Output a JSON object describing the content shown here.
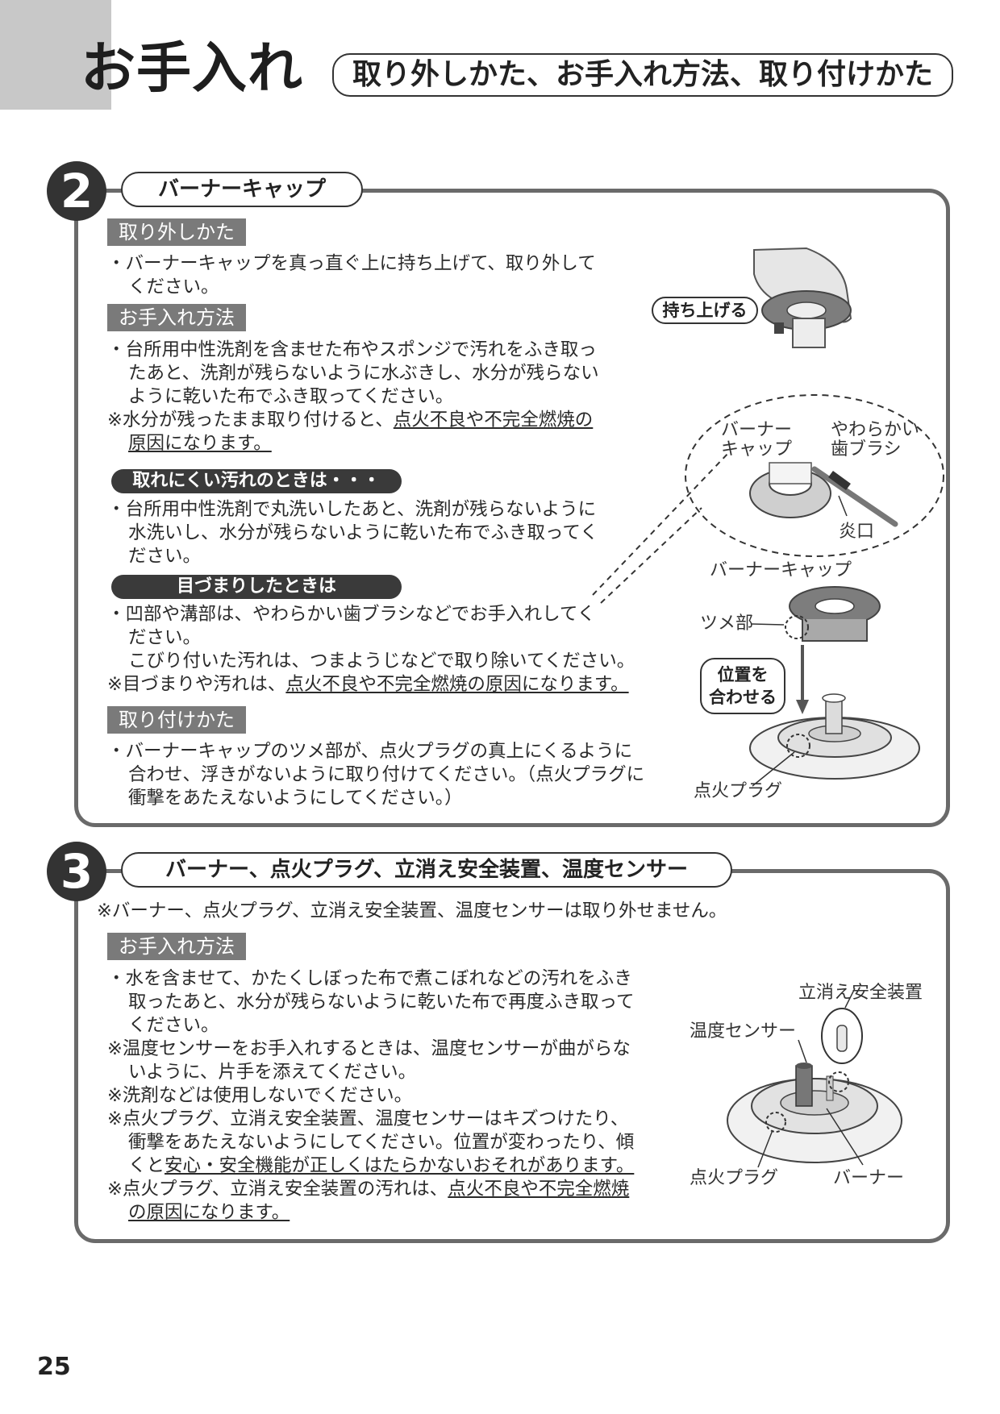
{
  "header": {
    "title": "お手入れ",
    "subtitle": "取り外しかた、お手入れ方法、取り付けかた"
  },
  "section2": {
    "number": "2",
    "title": "バーナーキャップ",
    "removal_label": "取り外しかた",
    "removal_lines": [
      "・バーナーキャップを真っ直ぐ上に持ち上げて、取り外して",
      "ください。"
    ],
    "care_label": "お手入れ方法",
    "care_lines": [
      "・台所用中性洗剤を含ませた布やスポンジで汚れをふき取っ",
      "たあと、洗剤が残らないように水ぶきし、水分が残らない",
      "ように乾いた布でふき取ってください。"
    ],
    "care_note_prefix": "※水分が残ったまま取り付けると、",
    "care_note_underline1": "点火不良や不完全燃焼の",
    "care_note_underline2": "原因になります。",
    "tough_stain_label": "取れにくい汚れのときは・・・",
    "tough_stain_lines": [
      "・台所用中性洗剤で丸洗いしたあと、洗剤が残らないように",
      "水洗いし、水分が残らないように乾いた布でふき取ってく",
      "ださい。"
    ],
    "clog_label": "目づまりしたときは",
    "clog_lines": [
      "・凹部や溝部は、やわらかい歯ブラシなどでお手入れしてく",
      "ださい。",
      "こびり付いた汚れは、つまようじなどで取り除いてください。"
    ],
    "clog_note_prefix": "※目づまりや汚れは、",
    "clog_note_underline": "点火不良や不完全燃焼の原因になります。",
    "install_label": "取り付けかた",
    "install_lines": [
      "・バーナーキャップのツメ部が、点火プラグの真上にくるように",
      "合わせ、浮きがないように取り付けてください。（点火プラグに",
      "衝撃をあたえないようにしてください。）"
    ],
    "fig_lift": "持ち上げる",
    "fig_cap_line1": "バーナー",
    "fig_cap_line2": "キャップ",
    "fig_brush_line1": "やわらかい",
    "fig_brush_line2": "歯ブラシ",
    "fig_flame_port": "炎口",
    "fig_cap_full": "バーナーキャップ",
    "fig_tab": "ツメ部",
    "fig_align_line1": "位置を",
    "fig_align_line2": "合わせる",
    "fig_plug": "点火プラグ"
  },
  "section3": {
    "number": "3",
    "title": "バーナー、点火プラグ、立消え安全装置、温度センサー",
    "note": "※バーナー、点火プラグ、立消え安全装置、温度センサーは取り外せません。",
    "care_label": "お手入れ方法",
    "lines": [
      "・水を含ませて、かたくしぼった布で煮こぼれなどの汚れをふき",
      "取ったあと、水分が残らないように乾いた布で再度ふき取って",
      "ください。",
      "※温度センサーをお手入れするときは、温度センサーが曲がらな",
      "いように、片手を添えてください。",
      "※洗剤などは使用しないでください。",
      "※点火プラグ、立消え安全装置、温度センサーはキズつけたり、",
      "衝撃をあたえないようにしてください。位置が変わったり、傾"
    ],
    "line9_prefix": "くと",
    "line9_underline": "安心・安全機能が正しくはたらかないおそれがあります。",
    "line10_prefix": "※点火プラグ、立消え安全装置の汚れは、",
    "line10_underline": "点火不良や不完全燃焼",
    "line11_underline": "の原因になります。",
    "fig_safety": "立消え安全装置",
    "fig_temp": "温度センサー",
    "fig_plug": "点火プラグ",
    "fig_burner": "バーナー"
  },
  "page_number": "25"
}
